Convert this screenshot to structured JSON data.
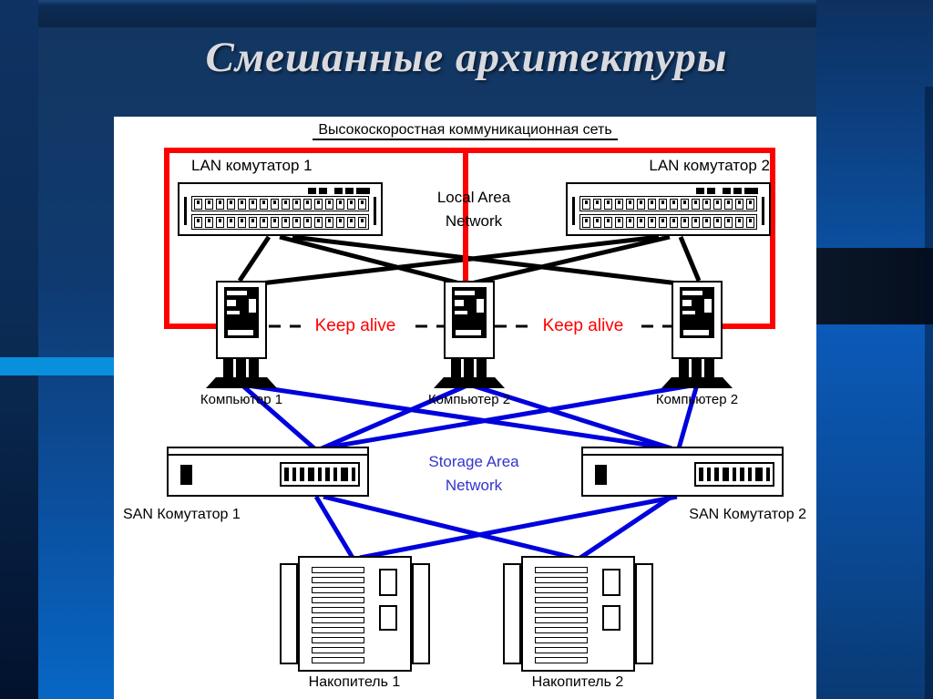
{
  "slide": {
    "title": "Смешанные архитектуры"
  },
  "diagram": {
    "network_title": "Высокоскоростная коммуникационная сеть",
    "lan_area_label": "Local Area Network",
    "san_area_label": "Storage Area Network",
    "keep_alive_label": "Keep alive",
    "lan_switches": [
      {
        "label": "LAN комутатор 1"
      },
      {
        "label": "LAN комутатор 2"
      }
    ],
    "computers": [
      {
        "label": "Компьютер 1"
      },
      {
        "label": "Компьютер 2"
      },
      {
        "label": "Компьютер 2"
      }
    ],
    "san_switches": [
      {
        "label": "SAN Комутатор 1"
      },
      {
        "label": "SAN Комутатор 2"
      }
    ],
    "storages": [
      {
        "label": "Накопитель 1"
      },
      {
        "label": "Накопитель 2"
      }
    ],
    "counts": {
      "lan_ports_per_row": 16,
      "lan_leds": 5,
      "san_ports": 9,
      "storage_slats": 10
    },
    "colors": {
      "red": "#ff0000",
      "blue": "#0000dd",
      "san_text": "#3333cc"
    }
  }
}
